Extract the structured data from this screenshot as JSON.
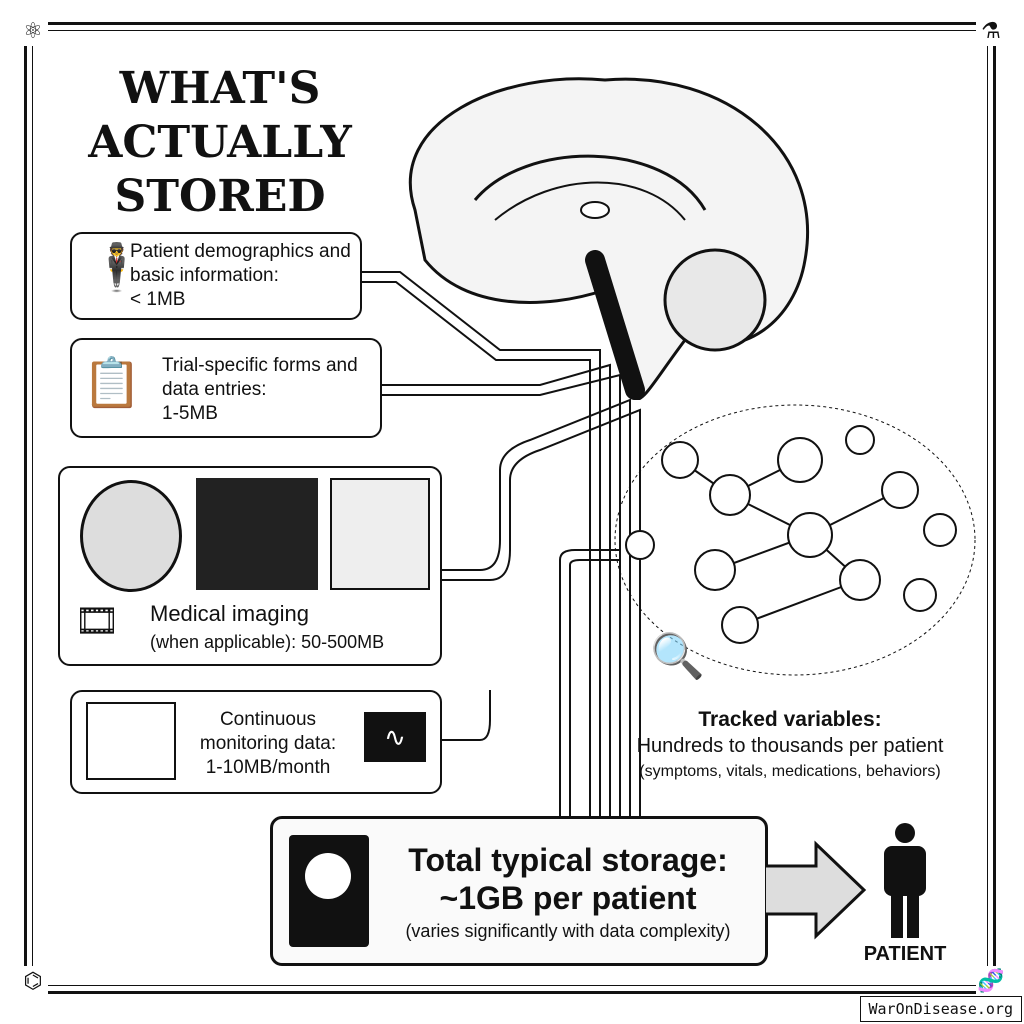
{
  "title": "WHAT'S ACTUALLY STORED",
  "items": [
    {
      "label": "Patient demographics and basic information:",
      "value": "< 1MB",
      "icon": "person-icon"
    },
    {
      "label": "Trial-specific forms and data entries:",
      "value": "1-5MB",
      "icon": "clipboard-icon"
    },
    {
      "label": "Medical imaging",
      "note": "(when applicable): 50-500MB",
      "icon": "film-icon"
    },
    {
      "label": "Continuous monitoring data:",
      "value": "1-10MB/month",
      "icon": "monitor-icon"
    }
  ],
  "tracked": {
    "title": "Tracked variables:",
    "subtitle": "Hundreds to thousands per patient",
    "note": "(symptoms, vitals, medications, behaviors)"
  },
  "total": {
    "line1": "Total typical storage:",
    "line2": "~1GB per patient",
    "note": "(varies significantly with data complexity)"
  },
  "patient_label": "PATIENT",
  "watermark": "WarOnDisease.org"
}
